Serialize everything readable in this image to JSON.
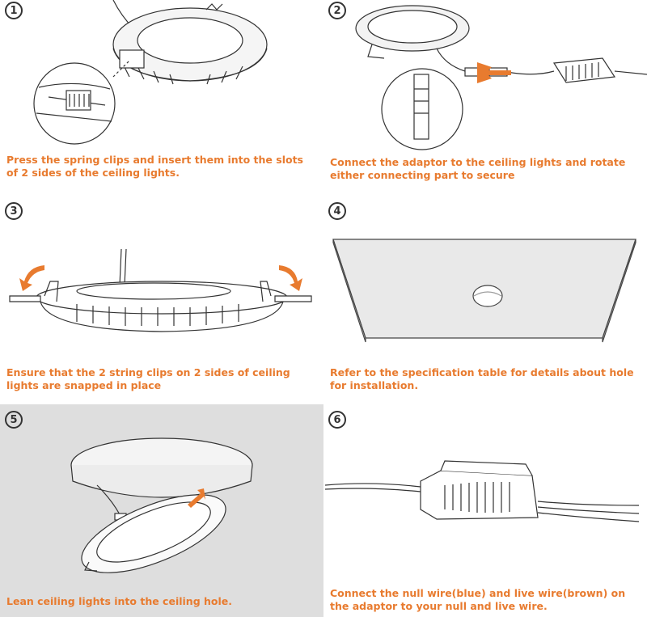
{
  "steps": [
    {
      "number": "1",
      "caption": "Press the spring clips and insert them into the slots of 2 sides of the ceiling lights."
    },
    {
      "number": "2",
      "caption": "Connect the adaptor to the ceiling lights and rotate either connecting part to secure"
    },
    {
      "number": "3",
      "caption": "Ensure that the 2 string clips on 2 sides of ceiling lights are snapped in place"
    },
    {
      "number": "4",
      "caption": "Refer to the specification table for details about hole for installation."
    },
    {
      "number": "5",
      "caption": "Lean ceiling lights into the ceiling hole."
    },
    {
      "number": "6",
      "caption": "Connect the null wire(blue) and live wire(brown) on the adaptor to your null and live wire."
    }
  ],
  "colors": {
    "accent": "#e87b2f",
    "line": "#333333",
    "panel5_bg": "#dedede"
  }
}
